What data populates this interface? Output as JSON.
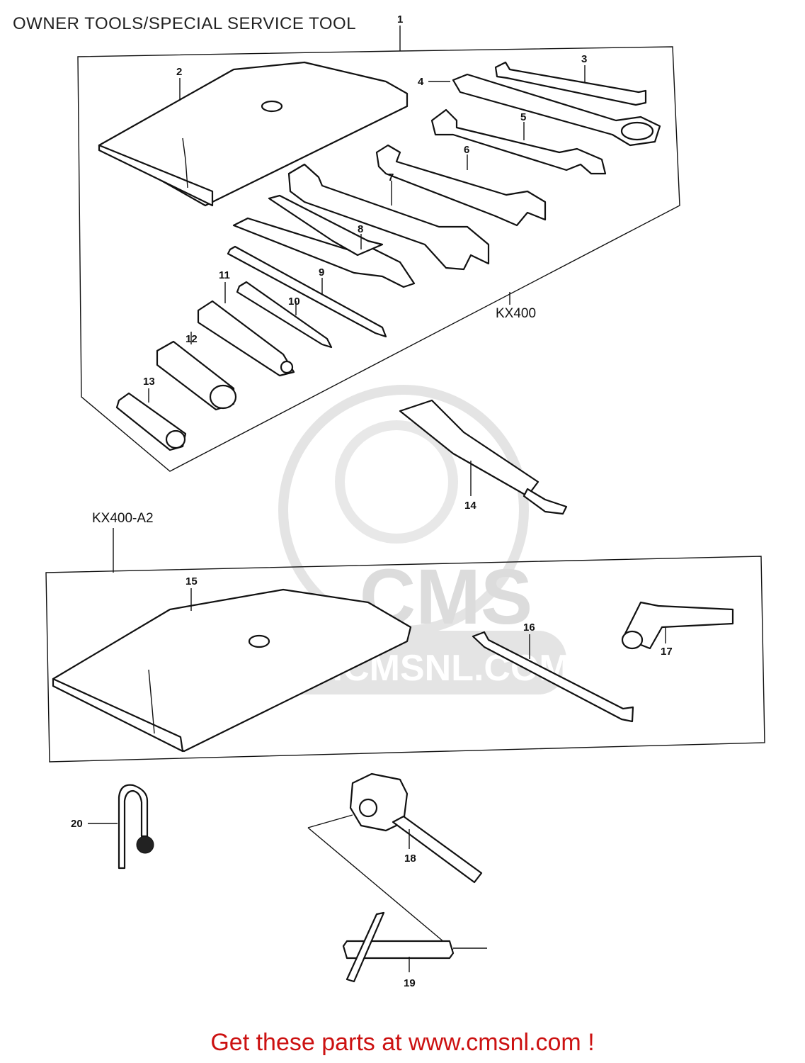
{
  "header": {
    "title": "OWNER TOOLS/SPECIAL SERVICE TOOL"
  },
  "footer": {
    "text": "Get these parts at www.cmsnl.com !"
  },
  "watermark": {
    "brand": "CMS",
    "url": "WWW.CMSNL.COM",
    "color": "#d9d9d9"
  },
  "groups": {
    "upper": "KX400",
    "lower": "KX400-A2"
  },
  "callouts": [
    "1",
    "2",
    "3",
    "4",
    "5",
    "6",
    "7",
    "8",
    "9",
    "10",
    "11",
    "12",
    "13",
    "14",
    "15",
    "16",
    "17",
    "18",
    "19",
    "20"
  ],
  "colors": {
    "line": "#111111",
    "footer": "#cc1111",
    "background": "#ffffff"
  }
}
